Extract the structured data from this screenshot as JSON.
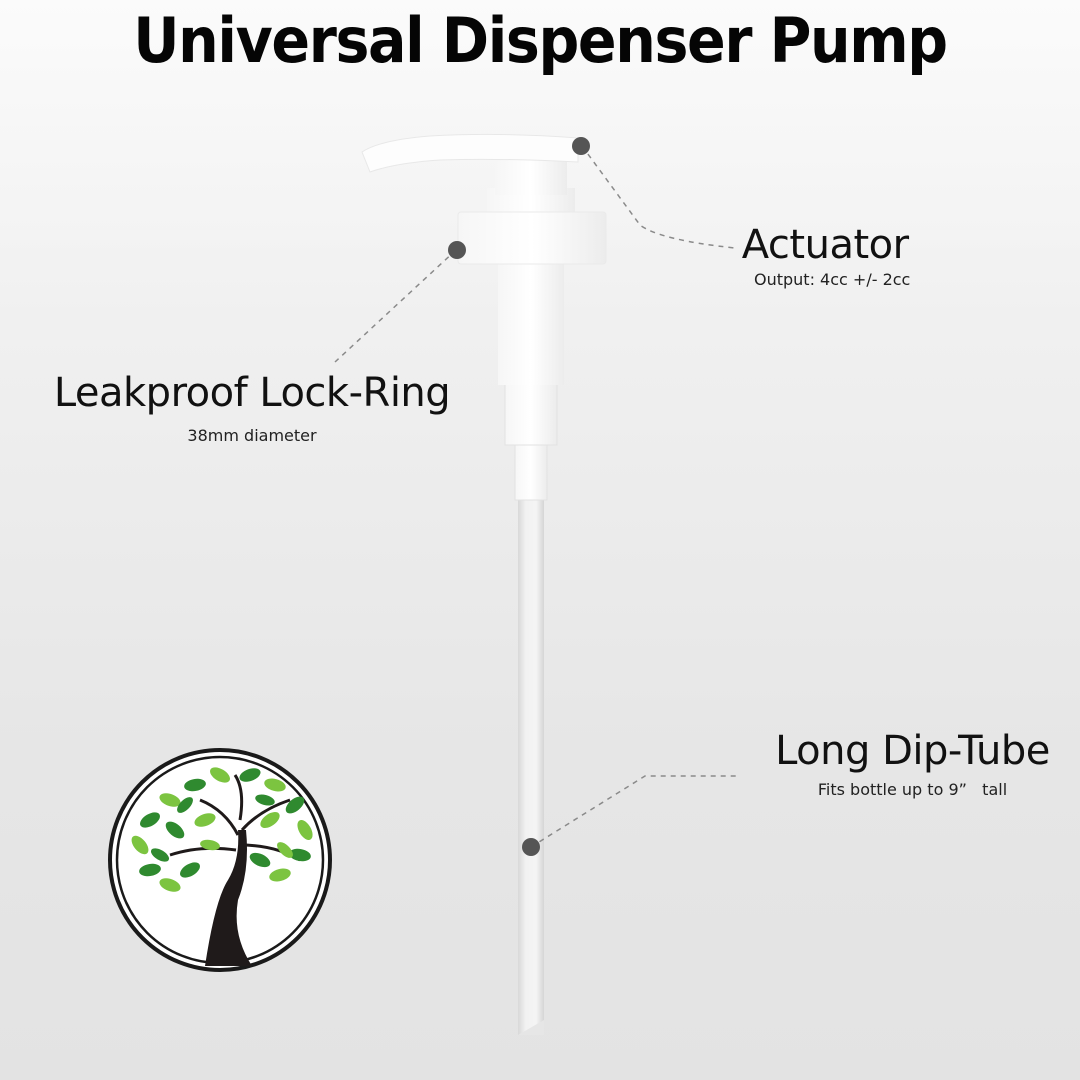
{
  "title": "Universal Dispenser Pump",
  "callouts": {
    "actuator": {
      "label": "Actuator",
      "detail": "Output: 4cc +/- 2cc"
    },
    "lock_ring": {
      "label": "Leakproof Lock-Ring",
      "detail": "38mm diameter"
    },
    "dip_tube": {
      "label": "Long Dip-Tube",
      "detail": "Fits bottle up to 9”   tall"
    }
  },
  "logo": {
    "icon": "tree-in-circle-logo"
  },
  "colors": {
    "callout_dot": "#555555",
    "leaf_dark": "#2f8a2f",
    "leaf_light": "#7cc440",
    "trunk": "#1f1a1a"
  }
}
